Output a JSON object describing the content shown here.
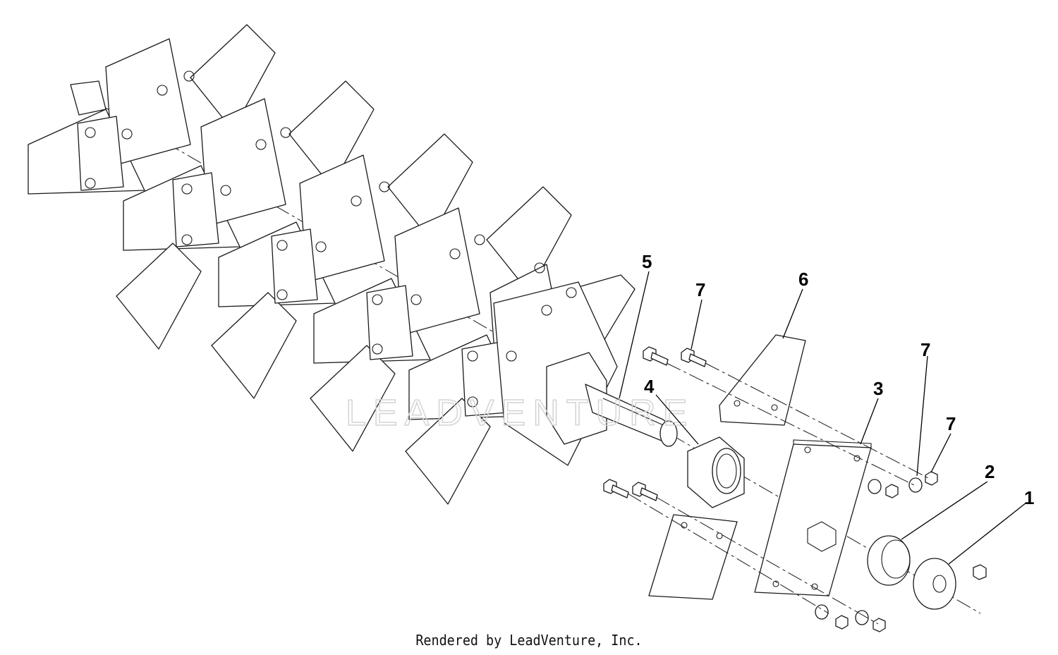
{
  "callouts": [
    {
      "id": "1",
      "label": "1"
    },
    {
      "id": "2",
      "label": "2"
    },
    {
      "id": "3",
      "label": "3"
    },
    {
      "id": "4",
      "label": "4"
    },
    {
      "id": "5",
      "label": "5"
    },
    {
      "id": "6",
      "label": "6"
    },
    {
      "id": "7a",
      "label": "7"
    },
    {
      "id": "7b",
      "label": "7"
    },
    {
      "id": "7c",
      "label": "7"
    }
  ],
  "watermark": "LEADVENTURE",
  "credit": "Rendered by LeadVenture, Inc."
}
